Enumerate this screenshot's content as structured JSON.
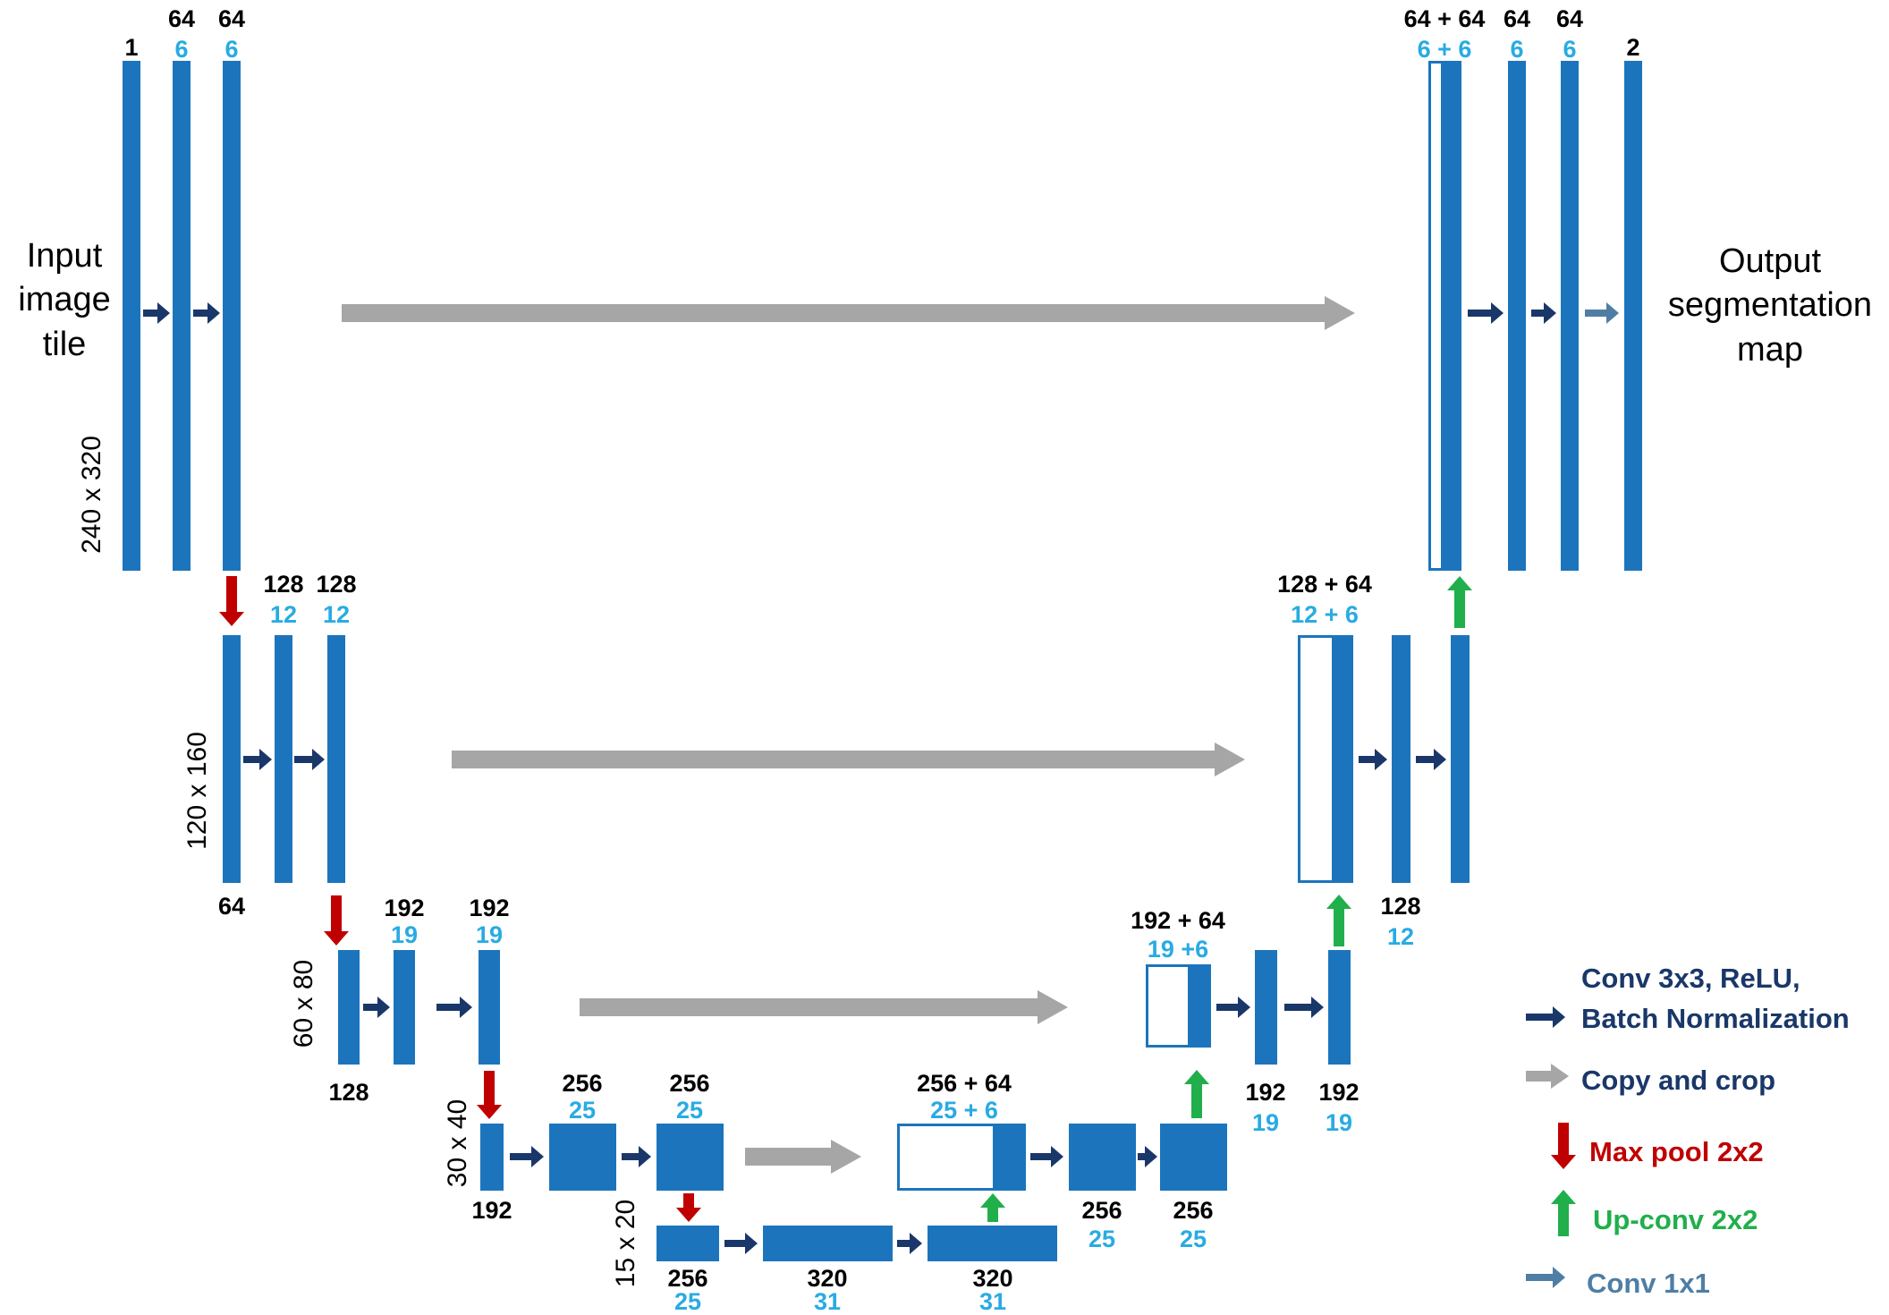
{
  "diagram": {
    "input_title": "Input\nimage\ntile",
    "output_title": "Output\nsegmentation\nmap"
  },
  "channels": {
    "in": "1",
    "out": "2",
    "c64": "64",
    "f6": "6",
    "c128": "128",
    "f12": "12",
    "c192": "192",
    "f19": "19",
    "c256": "256",
    "f25": "25",
    "c320": "320",
    "f31": "31",
    "cat64": "64 + 64",
    "catf6": "6 + 6",
    "cat128": "128 + 64",
    "catf12": "12 + 6",
    "cat192": "192 + 64",
    "catf19": "19 +6",
    "cat256": "256 + 64",
    "catf25": "25 + 6"
  },
  "sizes": {
    "l1": "240 x 320",
    "l2": "120 x 160",
    "l3": "60 x 80",
    "l4": "30 x 40",
    "l5": "15 x 20"
  },
  "legend": {
    "conv": "Conv 3x3, ReLU,\nBatch Normalization",
    "copy": "Copy and crop",
    "maxpool": "Max pool 2x2",
    "upconv": "Up-conv 2x2",
    "conv1x1": "Conv 1x1"
  },
  "colors": {
    "bar_blue": "#1c75bc",
    "navy": "#1a3769",
    "gray": "#a6a6a6",
    "red": "#c00000",
    "green": "#21af4b",
    "teal": "#4f7ea4",
    "cyan": "#29abe2"
  }
}
